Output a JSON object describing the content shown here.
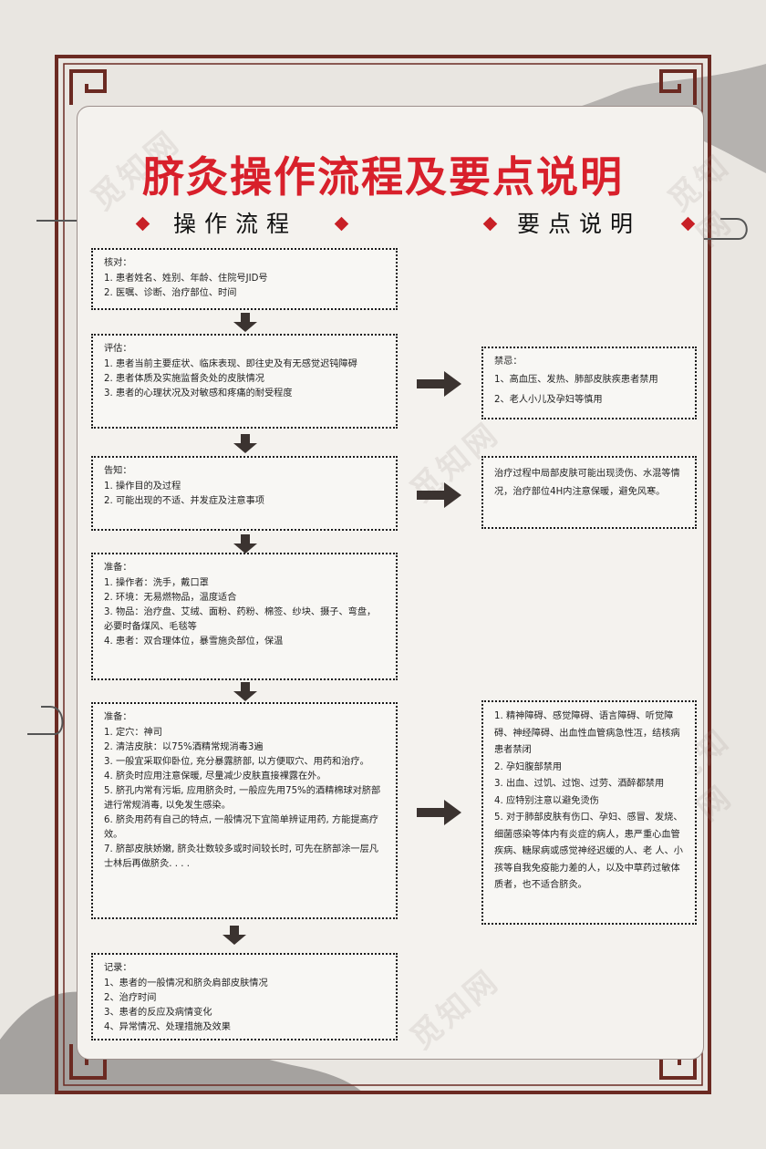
{
  "title": "脐灸操作流程及要点说明",
  "sections": {
    "left": "操作流程",
    "right": "要点说明"
  },
  "watermark": "觅知网",
  "colors": {
    "title_red": "#d8202b",
    "frame_brown": "#6b2a22",
    "card_bg": "#f4f2ee"
  },
  "steps": [
    {
      "heading": "核对：",
      "lines": [
        "1. 患者姓名、姓别、年龄、住院号JID号",
        "2. 医嘱、诊断、治疗部位、时间"
      ]
    },
    {
      "heading": "评估：",
      "lines": [
        "1. 患者当前主要症状、临床表现、即往史及有无感觉迟钝障碍",
        "2. 患者体质及实施监督灸处的皮肤情况",
        "3. 患者的心理状况及对敏感和疼痛的耐受程度"
      ]
    },
    {
      "heading": "告知：",
      "lines": [
        "1. 操作目的及过程",
        "2. 可能出现的不适、并发症及注意事项"
      ]
    },
    {
      "heading": "准备：",
      "lines": [
        "1. 操作者：洗手，戴口罩",
        "2. 环境：无易燃物品，温度适合",
        "3. 物品：治疗盘、艾绒、面粉、药粉、棉签、纱块、摄子、弯盘，必要时备煤风、毛毯等",
        "4. 患者：双合理体位，暴雪施灸部位，保温"
      ]
    },
    {
      "heading": "准备：",
      "lines": [
        "1. 定穴：神司",
        "2. 清洁皮肤：以75%酒精常规消毒3遍",
        "3. 一般宜采取仰卧位, 充分暴露脐部, 以方便取穴、用药和治疗。",
        "4. 脐灸时应用注意保暖, 尽量减少皮肤直接裸露在外。",
        "5. 脐孔内常有污垢, 应用脐灸时, 一般应先用75%的酒精棉球对脐部进行常规消毒, 以免发生感染。",
        "6. 脐灸用药有自己的特点, 一般情况下宜简单辨证用药, 方能提高疗效。",
        "7. 脐部皮肤娇嫩, 脐灸壮数较多或时间较长时, 可先在脐部涂一层凡士林后再做脐灸. . . ."
      ]
    },
    {
      "heading": "记录：",
      "lines": [
        "1、患者的一般情况和脐灸肩部皮肤情况",
        "2、治疗时间",
        "3、患者的反应及病情变化",
        "4、异常情况、处理措施及效果"
      ]
    }
  ],
  "notes": [
    {
      "heading": "禁忌：",
      "lines": [
        "1、高血压、发热、肺部皮肤疾患者禁用",
        "2、老人小儿及孕妇等慎用"
      ]
    },
    {
      "heading": "",
      "lines": [
        "治疗过程中局部皮肤可能出现烫伤、水混等情况，治疗部位4H内注意保暖，避免风寒。"
      ]
    },
    {
      "heading": "",
      "lines": [
        "1. 精神障碍、感觉障碍、语言障碍、听觉障碍、神经障碍、出血性血管病急性冱，结核病患者禁闭",
        "2. 孕妇腹部禁用",
        "3. 出血、过饥、过饱、过劳、酒醉都禁用",
        "4. 应特别注意以避免烫伤",
        "5. 对于肺部皮肤有伤口、孕妇、感冒、发烧、细菌感染等体内有炎症的病人，患严重心血管疾病、糖尿病或感觉神经迟缓的人、老 人、小孩等自我免疫能力差的人，以及中草药过敏体质者，也不适合脐灸。"
      ]
    }
  ]
}
